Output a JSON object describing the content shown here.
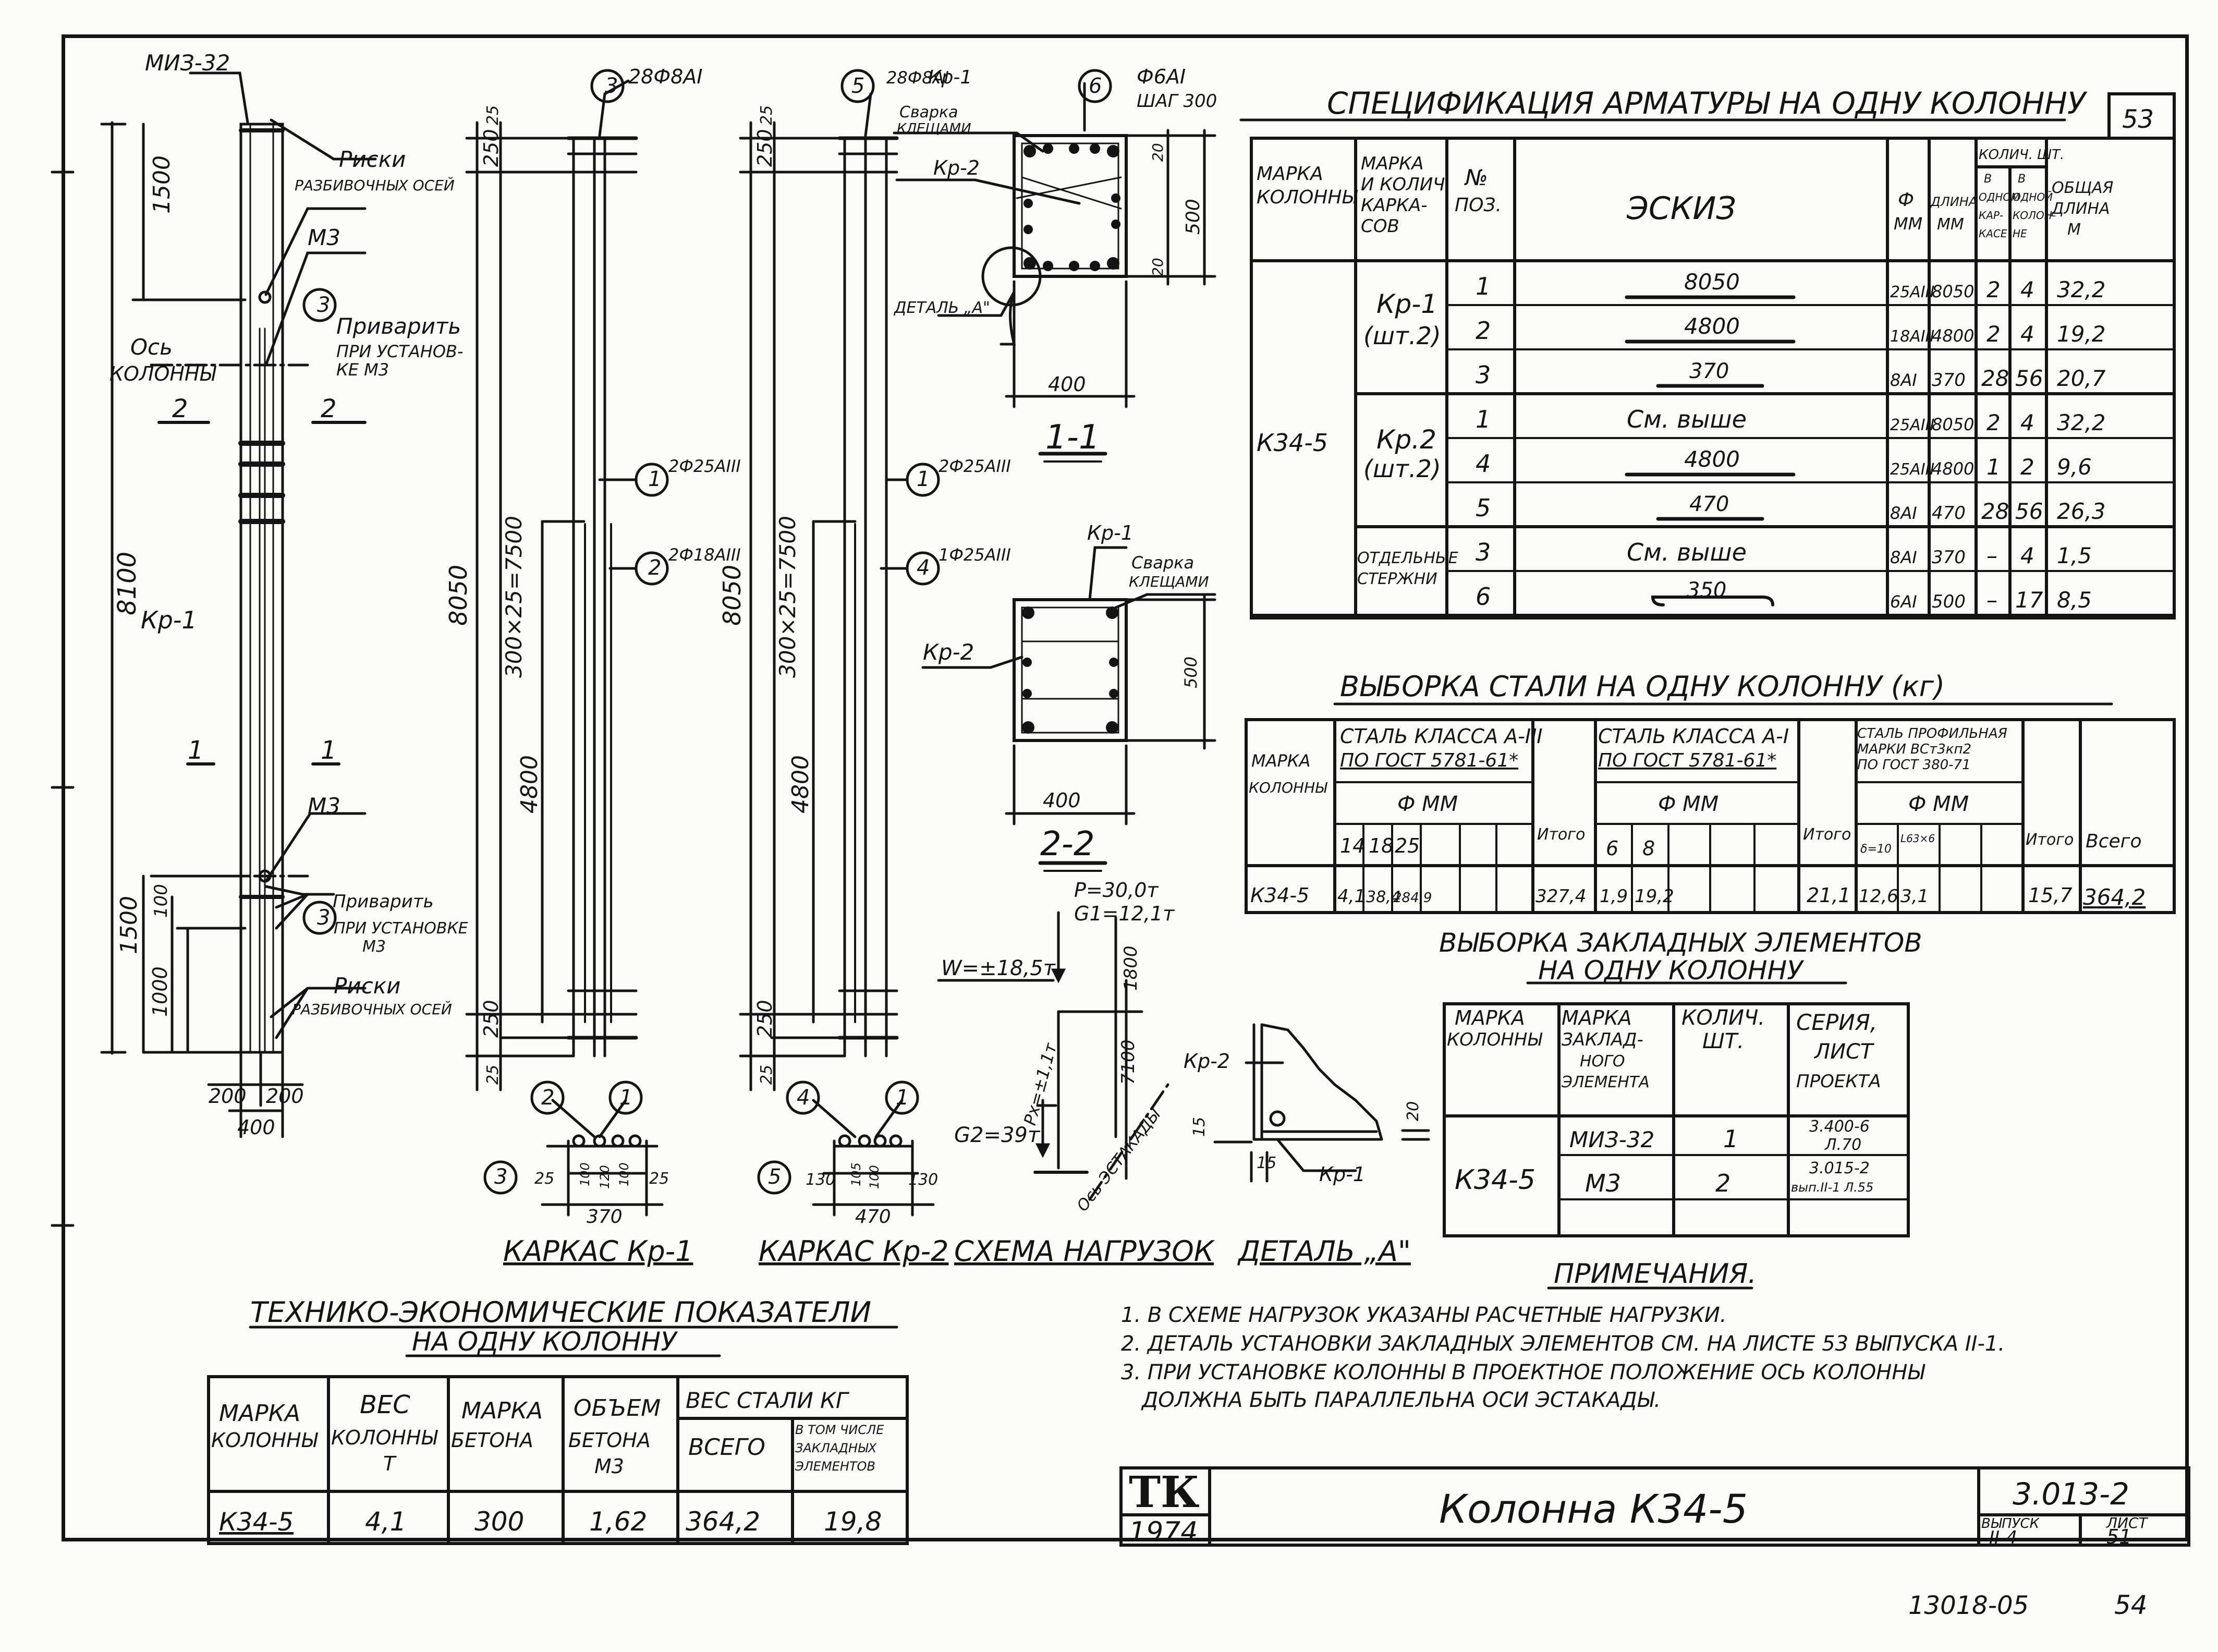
{
  "sheet": {
    "page_corner": "53",
    "bottom_code": "13018-05",
    "bottom_page": "54"
  },
  "elevation": {
    "mark_top": "МИЗ-32",
    "riski": "Риски",
    "razbivochnykh_osei": "РАЗБИВОЧНЫХ ОСЕЙ",
    "m3": "М3",
    "privarit": "Приварить",
    "pri_ustanovke_m3_a": "ПРИ УСТАНОВ-",
    "pri_ustanovke_m3_b": "КЕ М3",
    "pri_ustanovke_m3_c": "ПРИ УСТАНОВКЕ",
    "m3_short": "М3",
    "os_label": "Ось",
    "kolonny": "КОЛОННЫ",
    "sec2": "2",
    "sec1": "1",
    "kr1": "Кр-1",
    "dim_8100": "8100",
    "dim_1500": "1500",
    "dim_100": "100",
    "dim_1000": "1000",
    "dim_200a": "200",
    "dim_200b": "200",
    "dim_400": "400",
    "pos3": "3"
  },
  "frame_kr1": {
    "title": "КАРКАС Кр-1",
    "top_bar_label": "28Ф8АI",
    "pos1_label": "2Ф25АIII",
    "pos2_label": "2Ф18АIII",
    "dim_8050": "8050",
    "dim_pitch": "300×25=7500",
    "dim_4800": "4800",
    "dim_250": "250",
    "dim_25": "25",
    "sec_dims": [
      "25",
      "100",
      "120",
      "100",
      "25"
    ],
    "sec_total": "370",
    "p1": "1",
    "p2": "2",
    "p3": "3"
  },
  "frame_kr2": {
    "title": "КАРКАС Кр-2",
    "top_bar_label": "28Ф8АI",
    "pos1_label": "2Ф25АIII",
    "pos4_label": "1Ф25АIII",
    "dim_8050": "8050",
    "dim_pitch": "300×25=7500",
    "dim_4800": "4800",
    "dim_250": "250",
    "dim_25": "25",
    "sec_dims": [
      "130",
      "105",
      "100",
      "130"
    ],
    "sec_total": "470",
    "p1": "1",
    "p4": "4",
    "p5": "5"
  },
  "section11": {
    "title": "1-1",
    "kr1": "Кр-1",
    "kr2": "Кр-2",
    "pos6_label": "Ф6АI",
    "pos6_step": "ШАГ 300",
    "svarka": "Сварка",
    "kleshchami": "КЛЕЩАМИ",
    "detail_a": "ДЕТАЛЬ „А\"",
    "dim_400": "400",
    "dim_500": "500",
    "dim_20a": "20",
    "dim_20b": "20",
    "p6": "6"
  },
  "section22": {
    "title": "2-2",
    "kr1": "Кр-1",
    "kr2": "Кр-2",
    "svarka": "Сварка",
    "kleshchami": "КЛЕЩАМИ",
    "dim_400": "400",
    "dim_500": "500"
  },
  "loads": {
    "title": "СХЕМА НАГРУЗОК",
    "P": "P=30,0т",
    "G1": "G1=12,1т",
    "W": "W=±18,5т",
    "Px": "Px=±1,1т",
    "G2": "G2=39т",
    "axis": "Ось ЭСТАКАДЫ",
    "dim_1800": "1800",
    "dim_7100": "7100"
  },
  "detail_a": {
    "title": "ДЕТАЛЬ „А\"",
    "kr2": "Кр-2",
    "kr1": "Кр-1",
    "dim_15a": "15",
    "dim_15b": "15",
    "dim_20": "20"
  },
  "spec_table": {
    "title": "СПЕЦИФИКАЦИЯ АРМАТУРЫ НА ОДНУ КОЛОННУ",
    "headers": {
      "mark": [
        "МАРКА",
        "КОЛОННЫ"
      ],
      "frames": [
        "МАРКА",
        "И КОЛИЧ.",
        "КАРКА-",
        "СОВ"
      ],
      "pos": [
        "№",
        "ПОЗ."
      ],
      "sketch": "ЭСКИЗ",
      "dia": [
        "Ф",
        "ММ"
      ],
      "len": [
        "ДЛИНА",
        "ММ"
      ],
      "qty": "КОЛИЧ. ШТ.",
      "qty_a": [
        "В",
        "ОДНОМ",
        "КАР-",
        "КАСЕ"
      ],
      "qty_b": [
        "В",
        "ОДНОЙ",
        "КОЛОН-",
        "НЕ"
      ],
      "total": [
        "ОБЩАЯ",
        "ДЛИНА",
        "М"
      ]
    },
    "column_mark": "К34-5",
    "groups": [
      {
        "l1": "Кр-1",
        "l2": "(шт.2)"
      },
      {
        "l1": "Кр.2",
        "l2": "(шт.2)"
      },
      {
        "l1": "ОТДЕЛЬНЫЕ",
        "l2": "СТЕРЖНИ"
      }
    ],
    "rows": [
      {
        "pos": "1",
        "sketch": "8050",
        "dia": "25АIII",
        "len": "8050",
        "a": "2",
        "b": "4",
        "total": "32,2"
      },
      {
        "pos": "2",
        "sketch": "4800",
        "dia": "18АIII",
        "len": "4800",
        "a": "2",
        "b": "4",
        "total": "19,2"
      },
      {
        "pos": "3",
        "sketch": "370",
        "dia": "8АI",
        "len": "370",
        "a": "28",
        "b": "56",
        "total": "20,7"
      },
      {
        "pos": "1",
        "sketch": "См. выше",
        "dia": "25АIII",
        "len": "8050",
        "a": "2",
        "b": "4",
        "total": "32,2"
      },
      {
        "pos": "4",
        "sketch": "4800",
        "dia": "25АIII",
        "len": "4800",
        "a": "1",
        "b": "2",
        "total": "9,6"
      },
      {
        "pos": "5",
        "sketch": "470",
        "dia": "8АI",
        "len": "470",
        "a": "28",
        "b": "56",
        "total": "26,3"
      },
      {
        "pos": "3",
        "sketch": "См. выше",
        "dia": "8АI",
        "len": "370",
        "a": "–",
        "b": "4",
        "total": "1,5"
      },
      {
        "pos": "6",
        "sketch": "350",
        "dia": "6АI",
        "len": "500",
        "a": "–",
        "b": "17",
        "total": "8,5"
      }
    ]
  },
  "steel_table": {
    "title": "ВЫБОРКА СТАЛИ НА ОДНУ КОЛОННУ (кг)",
    "h_mark": [
      "МАРКА",
      "КОЛОННЫ"
    ],
    "h_a3": [
      "СТАЛЬ КЛАССА А-III",
      "ПО ГОСТ 5781-61*"
    ],
    "h_a1": [
      "СТАЛЬ КЛАССА А-I",
      "ПО ГОСТ 5781-61*"
    ],
    "h_prof": [
      "СТАЛЬ ПРОФИЛЬНАЯ",
      "МАРКИ ВСт3кп2",
      "ПО ГОСТ 380-71"
    ],
    "h_fmm": "Ф ММ",
    "h_itogo": "Итого",
    "h_vsego": "Всего",
    "d_a3": [
      "14",
      "18",
      "25"
    ],
    "d_a1": [
      "6",
      "8"
    ],
    "d_prof": [
      "δ=10",
      "L63×6"
    ],
    "row": {
      "mark": "К34-5",
      "a3": [
        "4,1",
        "38,4",
        "284,9"
      ],
      "a3_total": "327,4",
      "a1": [
        "1,9",
        "19,2"
      ],
      "a1_total": "21,1",
      "prof": [
        "12,6",
        "3,1"
      ],
      "prof_total": "15,7",
      "grand": "364,2"
    }
  },
  "embed_table": {
    "title1": "ВЫБОРКА ЗАКЛАДНЫХ ЭЛЕМЕНТОВ",
    "title2": "НА ОДНУ КОЛОННУ",
    "h_mark": [
      "МАРКА",
      "КОЛОННЫ"
    ],
    "h_emark": [
      "МАРКА",
      "ЗАКЛАД-",
      "НОГО",
      "ЭЛЕМЕНТА"
    ],
    "h_qty": [
      "КОЛИЧ.",
      "ШТ."
    ],
    "h_series": [
      "СЕРИЯ,",
      "ЛИСТ",
      "ПРОЕКТА"
    ],
    "mark": "К34-5",
    "rows": [
      {
        "el": "МИЗ-32",
        "qty": "1",
        "s1": "3.400-6",
        "s2": "Л.70"
      },
      {
        "el": "М3",
        "qty": "2",
        "s1": "3.015-2",
        "s2": "вып.II-1 Л.55"
      }
    ]
  },
  "tep_table": {
    "title1": "ТЕХНИКО-ЭКОНОМИЧЕСКИЕ ПОКАЗАТЕЛИ",
    "title2": "НА ОДНУ КОЛОННУ",
    "h_mark": [
      "МАРКА",
      "КОЛОННЫ"
    ],
    "h_weight": [
      "ВЕС",
      "КОЛОННЫ",
      "Т"
    ],
    "h_concrete": [
      "МАРКА",
      "БЕТОНА"
    ],
    "h_volume": [
      "ОБЪЕМ",
      "БЕТОНА",
      "М3"
    ],
    "h_steel": "ВЕС СТАЛИ КГ",
    "h_all": "ВСЕГО",
    "h_incl": [
      "В ТОМ ЧИСЛЕ",
      "ЗАКЛАДНЫХ",
      "ЭЛЕМЕНТОВ"
    ],
    "row": {
      "mark": "К34-5",
      "weight": "4,1",
      "concrete": "300",
      "volume": "1,62",
      "steel": "364,2",
      "embedded": "19,8"
    }
  },
  "notes": {
    "title": "ПРИМЕЧАНИЯ.",
    "items": [
      "1. В СХЕМЕ НАГРУЗОК УКАЗАНЫ РАСЧЕТНЫЕ НАГРУЗКИ.",
      "2. ДЕТАЛЬ УСТАНОВКИ ЗАКЛАДНЫХ ЭЛЕМЕНТОВ СМ. НА ЛИСТЕ 53 ВЫПУСКА II-1.",
      "3. ПРИ УСТАНОВКЕ КОЛОННЫ В ПРОЕКТНОЕ ПОЛОЖЕНИЕ ОСЬ КОЛОННЫ",
      "ДОЛЖНА БЫТЬ ПАРАЛЛЕЛЬНА ОСИ ЭСТАКАДЫ."
    ]
  },
  "title_block": {
    "org": "ТК",
    "year": "1974",
    "name": "Колонна К34-5",
    "series": "3.013-2",
    "issue_label": "ВЫПУСК",
    "issue": "II-4",
    "sheet_label": "ЛИСТ",
    "sheet": "51"
  }
}
